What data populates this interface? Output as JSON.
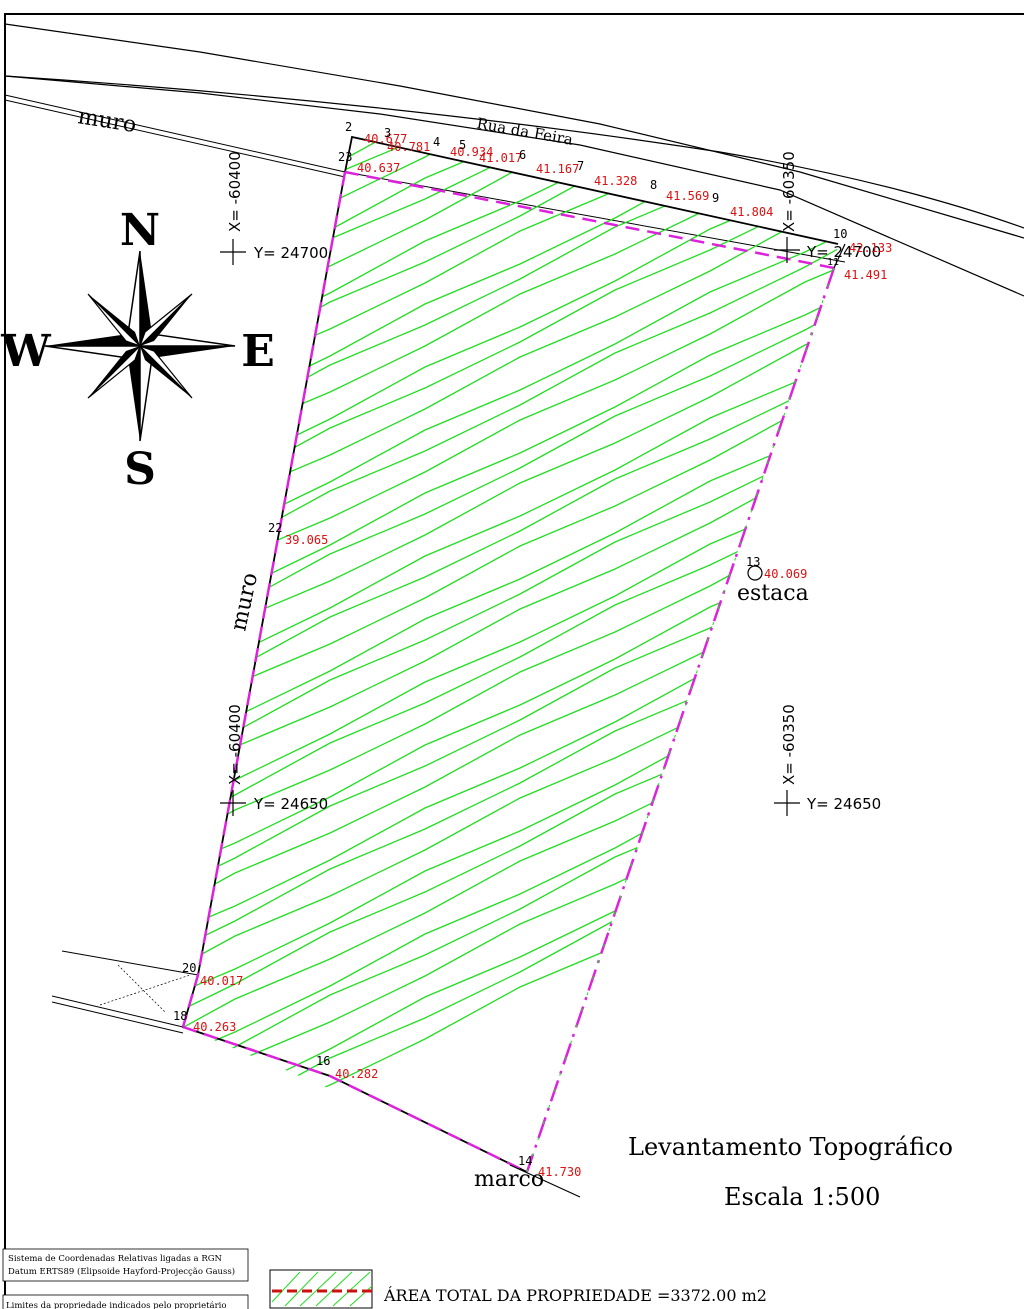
{
  "labels": {
    "wall_top": "muro",
    "wall_side": "muro",
    "street": "Rua da Feira",
    "stake": "estaca",
    "marker": "marco"
  },
  "title": {
    "line1": "Levantamento Topográfico",
    "line2": "Escala 1:500"
  },
  "compass": {
    "north": "N",
    "south": "S",
    "east": "E",
    "west": "W"
  },
  "grid": {
    "nw_x": "X= -60400",
    "nw_y": "Y= 24700",
    "ne_x": "X= -60350",
    "ne_y": "Y= 24700",
    "sw_x": "X= -60400",
    "sw_y": "Y= 24650",
    "se_x": "X= -60350",
    "se_y": "Y= 24650"
  },
  "points": [
    {
      "num": "2",
      "elev": "40.677"
    },
    {
      "num": "3",
      "elev": "40.781"
    },
    {
      "num": "4",
      "elev": "40.934"
    },
    {
      "num": "5",
      "elev": "41.017"
    },
    {
      "num": "6",
      "elev": "41.167"
    },
    {
      "num": "7",
      "elev": "41.328"
    },
    {
      "num": "8",
      "elev": "41.569"
    },
    {
      "num": "9",
      "elev": "41.804"
    },
    {
      "num": "10",
      "elev": "42.133"
    },
    {
      "num": "11",
      "elev": "41.491"
    },
    {
      "num": "13",
      "elev": "40.069"
    },
    {
      "num": "14",
      "elev": "41.730"
    },
    {
      "num": "16",
      "elev": "40.282"
    },
    {
      "num": "18",
      "elev": "40.263"
    },
    {
      "num": "20",
      "elev": "40.017"
    },
    {
      "num": "22",
      "elev": "39.065"
    },
    {
      "num": "23",
      "elev": "40.637"
    }
  ],
  "legend_box": {
    "line1": "Sistema de Coordenadas Relativas ligadas a RGN",
    "line2": "Datum ERTS89 (Elipsoide Hayford-Projecção Gauss)",
    "line3": "Limites da propriedade indicados pelo proprietário"
  },
  "legend_area": {
    "text": "ÁREA TOTAL DA PROPRIEDADE =3372.00  m2"
  },
  "colors": {
    "hatch": "#22dd22",
    "boundary_dash": "#dd22dd",
    "elevation_text": "#dd1111",
    "legend_dash": "#cc1111",
    "lines": "#000000"
  }
}
